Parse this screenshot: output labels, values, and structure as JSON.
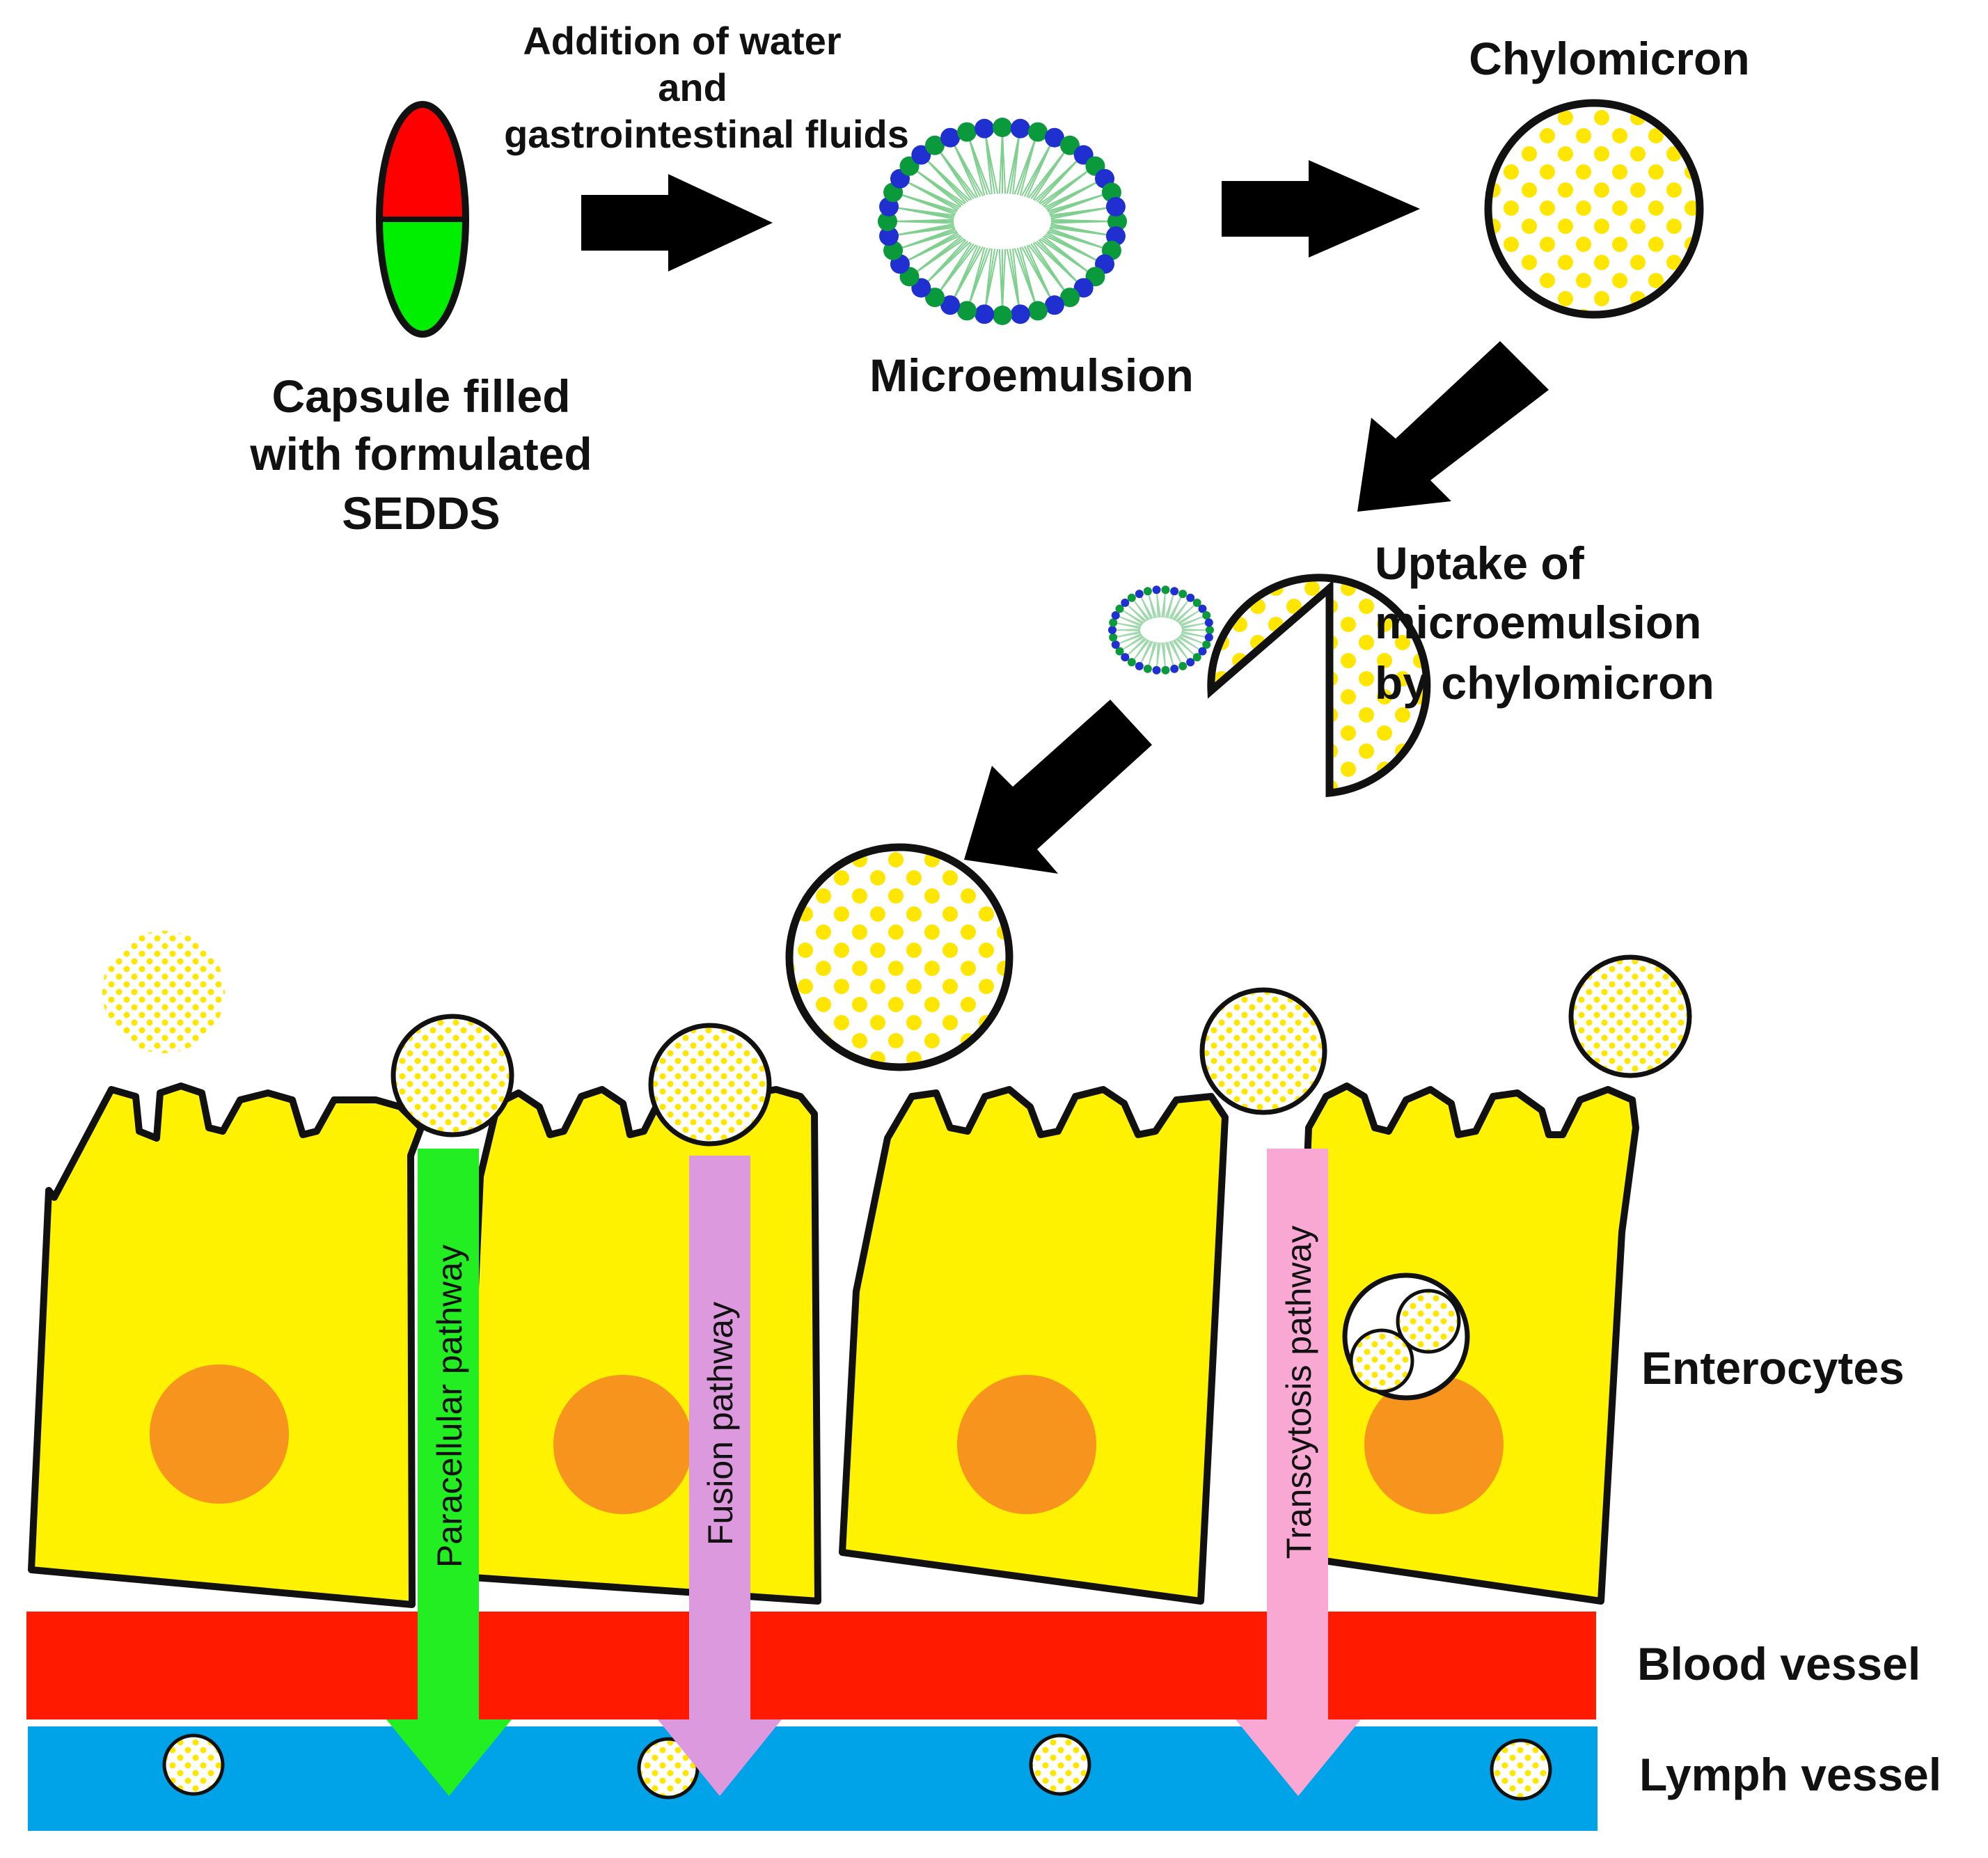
{
  "colors": {
    "cell": "#fff200",
    "outline": "#111111",
    "nucleus": "#f7941d",
    "blood": "#ff1a00",
    "lymph": "#00a2e8",
    "dot": "#ffe600",
    "capsule_top": "#ff0000",
    "capsule_bottom": "#00ee00",
    "droplet_green": "#0a9a3c",
    "droplet_blue": "#1f2fd0",
    "arrow": "#000000",
    "paracellular": "#22ee22",
    "fusion": "#dd99dd",
    "transcytosis": "#f9a8d4"
  },
  "labels": {
    "addition_line1": "Addition of water",
    "addition_line2": "and",
    "addition_line3": "gastrointestinal fluids",
    "chylomicron": "Chylomicron",
    "microemulsion": "Microemulsion",
    "capsule_line1": "Capsule filled",
    "capsule_line2": "with formulated",
    "capsule_line3": "SEDDS",
    "uptake_line1": "Uptake of",
    "uptake_line2": "microemulsion",
    "uptake_line3": "by chylomicron",
    "enterocytes": "Enterocytes",
    "blood_vessel": "Blood vessel",
    "lymph_vessel": "Lymph vessel"
  },
  "pathways": {
    "paracellular": "Paracellular pathway",
    "fusion": "Fusion pathway",
    "transcytosis": "Transcytosis pathway"
  }
}
